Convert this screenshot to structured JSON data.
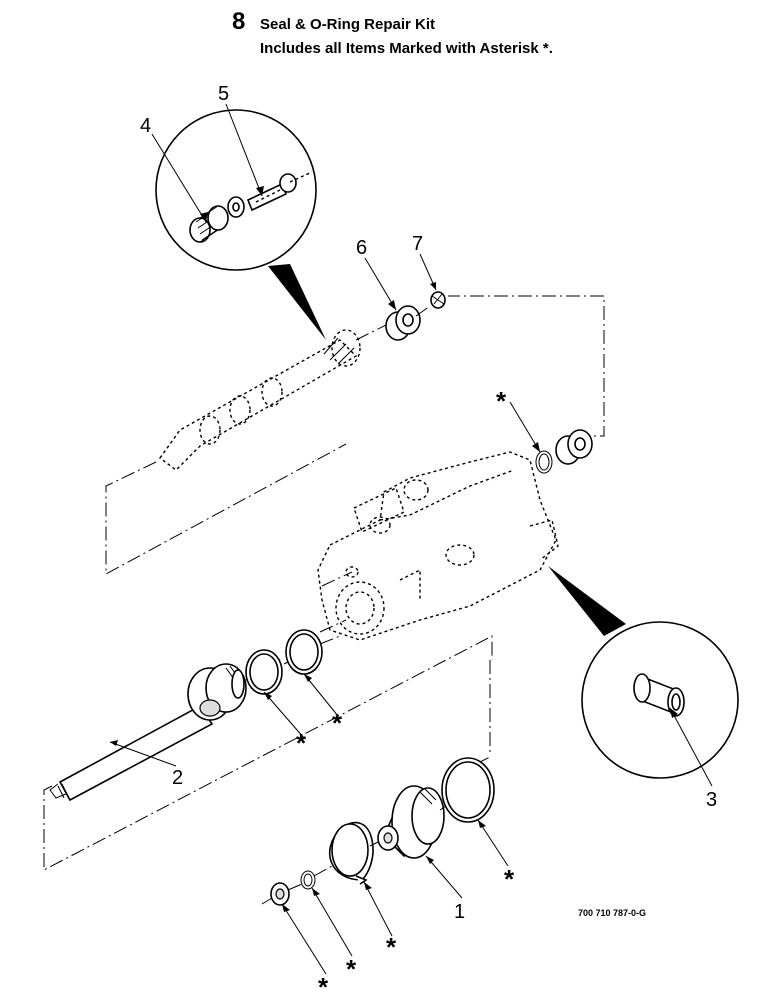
{
  "header": {
    "kit_number": "8",
    "kit_title": "Seal & O-Ring Repair Kit",
    "kit_note": "Includes all Items Marked with Asterisk *."
  },
  "callouts": {
    "c1": "1",
    "c2": "2",
    "c3": "3",
    "c4": "4",
    "c5": "5",
    "c6": "6",
    "c7": "7"
  },
  "asterisk": "*",
  "drawing_number": "700 710 787-0-G"
}
